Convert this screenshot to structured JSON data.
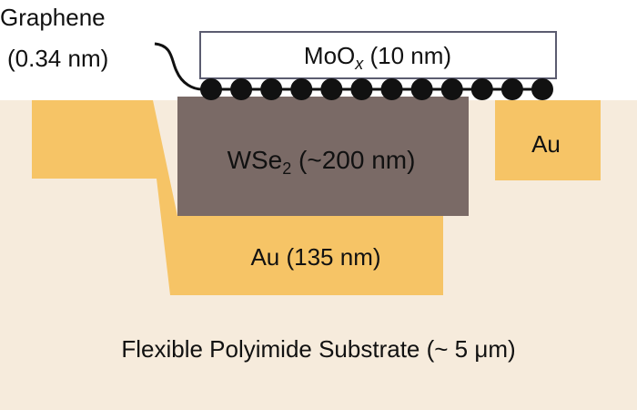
{
  "colors": {
    "background": "#ffffff",
    "substrate": "#f6ebdc",
    "gold": "#f6c466",
    "wse2": "#7a6a66",
    "moox_fill": "#ffffff",
    "moox_border": "#5b5c70",
    "graphene": "#111111",
    "text_dark": "#111111",
    "text_light": "#ffffff"
  },
  "layers": {
    "graphene": {
      "name": "Graphene",
      "thickness": "(0.34 nm)",
      "atom_count": 12
    },
    "moox": {
      "prefix": "MoO",
      "subscript": "x",
      "thickness": " (10 nm)"
    },
    "wse2": {
      "prefix": "WSe",
      "subscript": "2",
      "thickness": " (~200 nm)"
    },
    "au_bottom": {
      "label": "Au (135 nm)"
    },
    "au_right": {
      "label": "Au"
    },
    "substrate": {
      "label": "Flexible Polyimide Substrate (~ 5 μm)"
    }
  }
}
